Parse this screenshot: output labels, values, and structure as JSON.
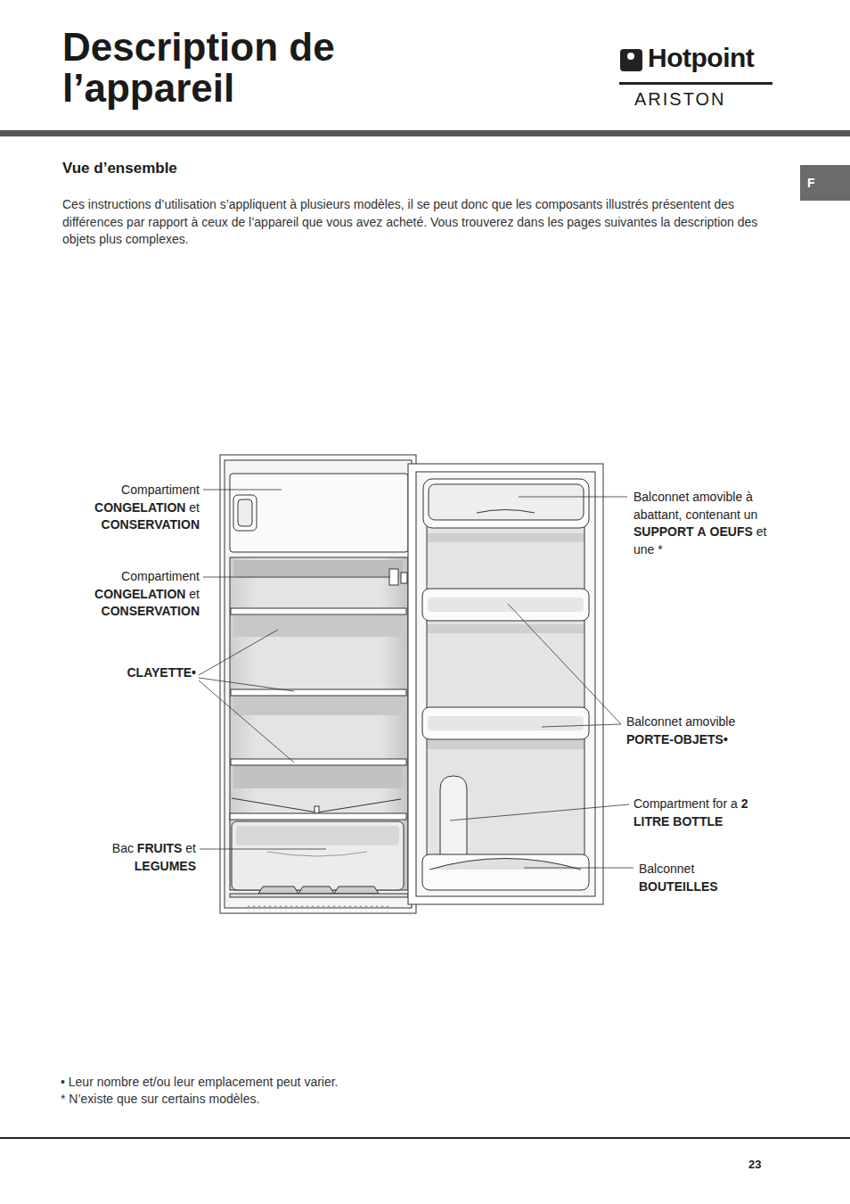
{
  "diagram": {
    "title": "Description de l’appareil",
    "nodes": [
      {
        "text": [
          "F"
        ]
      }
    ],
    "labels": [
      "Hotpoint",
      "ARISTON",
      "Vue d’ensemble",
      "Ces instructions d’utilisation s’appliquent à plusieurs modèles, il se peut donc que les composants illustrés présentent des différences par rapport à ceux de l’appareil que vous avez acheté. Vous trouverez dans les pages suivantes la description des objets plus complexes.",
      "Compartiment CONGELATION et CONSERVATION",
      "Compartiment CONGELATION et CONSERVATION",
      "CLAYETTE•",
      "Bac FRUITS et LEGUMES",
      "Balconnet amovible à abattant, contenant un SUPPORT A OEUFS et une *",
      "Balconnet amovible PORTE-OBJETS•",
      "Compartment for a 2 LITRE BOTTLE",
      "Balconnet BOUTEILLES",
      "• Leur nombre et/ou leur emplacement peut varier.",
      "* N’existe que sur certains modèles.",
      "23"
    ]
  }
}
